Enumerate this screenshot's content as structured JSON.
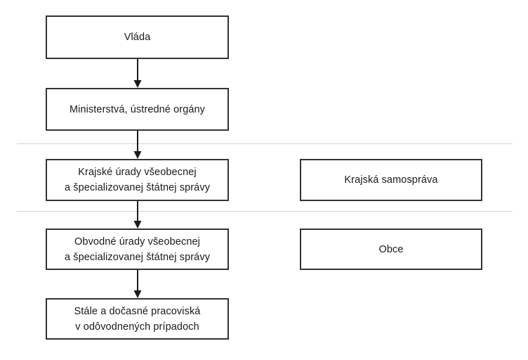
{
  "diagram": {
    "type": "organizational-flowchart",
    "background_color": "#ffffff",
    "box_border_color": "#333333",
    "text_color": "#1a1a1a",
    "separator_color": "#d2d2d2",
    "nodes": {
      "vlada": {
        "line1": "Vláda"
      },
      "ministerstva": {
        "line1": "Ministerstvá, ústredné orgány"
      },
      "krajske_urady": {
        "line1": "Krajské úrady všeobecnej",
        "line2": "a špecializovanej štátnej správy"
      },
      "obvodne_urady": {
        "line1": "Obvodné úrady všeobecnej",
        "line2": "a špecializovanej štátnej správy"
      },
      "stale_pracoviska": {
        "line1": "Stále a dočasné pracoviská",
        "line2": "v odôvodnených prípadoch"
      },
      "krajska_samosprava": {
        "line1": "Krajská samospráva"
      },
      "obce": {
        "line1": "Obce"
      }
    },
    "connectors": [
      {
        "name": "vlada-to-ministerstva",
        "from": "vlada",
        "to": "ministerstva"
      },
      {
        "name": "ministerstva-to-krajske-urady",
        "from": "ministerstva",
        "to": "krajske_urady"
      },
      {
        "name": "krajske-urady-to-obvodne-urady",
        "from": "krajske_urady",
        "to": "obvodne_urady"
      },
      {
        "name": "obvodne-urady-to-stale-pracoviska",
        "from": "obvodne_urady",
        "to": "stale_pracoviska"
      }
    ],
    "separators": [
      {
        "name": "separator-level-1"
      },
      {
        "name": "separator-level-2"
      }
    ]
  }
}
